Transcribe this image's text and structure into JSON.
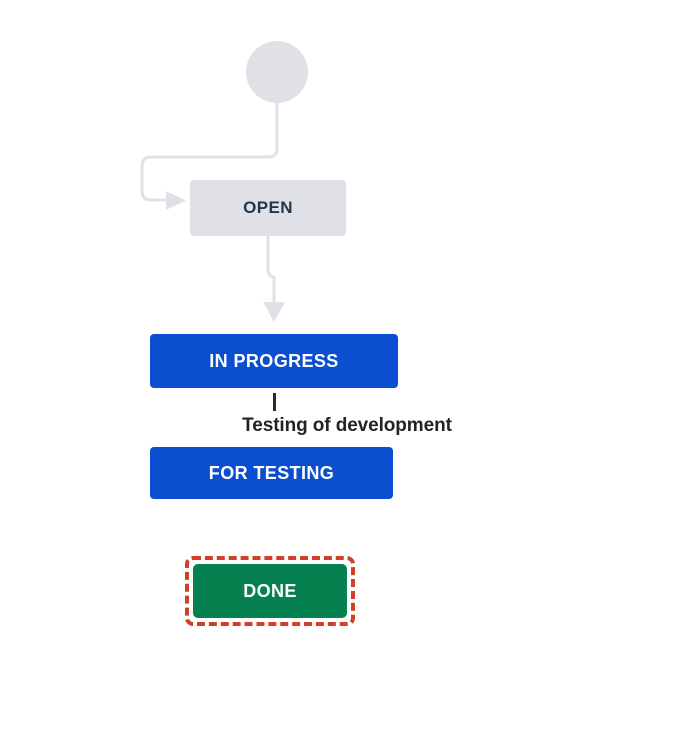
{
  "diagram": {
    "type": "workflow-status-diagram",
    "background": "#ffffff",
    "start": {
      "name": "start-node",
      "shape": "circle",
      "label": "",
      "color": "#dfe1e6"
    },
    "nodes": [
      {
        "id": "open",
        "label": "OPEN",
        "fill": "#dfe1e6",
        "text_color": "#21374f",
        "selected": false
      },
      {
        "id": "in-progress",
        "label": "IN PROGRESS",
        "fill": "#0b4fd0",
        "text_color": "#ffffff",
        "selected": false
      },
      {
        "id": "for-testing",
        "label": "FOR TESTING",
        "fill": "#0b4fd0",
        "text_color": "#ffffff",
        "selected": false
      },
      {
        "id": "done",
        "label": "DONE",
        "fill": "#05814f",
        "text_color": "#ffffff",
        "selected": true,
        "selection_color": "#cf4126"
      }
    ],
    "transitions": [
      {
        "id": "start-to-open",
        "from": "start",
        "to": "open",
        "label": "",
        "color": "#dfe1e6"
      },
      {
        "id": "open-to-in-progress",
        "from": "open",
        "to": "in-progress",
        "label": "",
        "color": "#dfe1e6"
      },
      {
        "id": "in-progress-to-for-testing",
        "from": "in-progress",
        "to": "for-testing",
        "label": "Testing of development",
        "color": "#2b2b2b"
      }
    ]
  }
}
